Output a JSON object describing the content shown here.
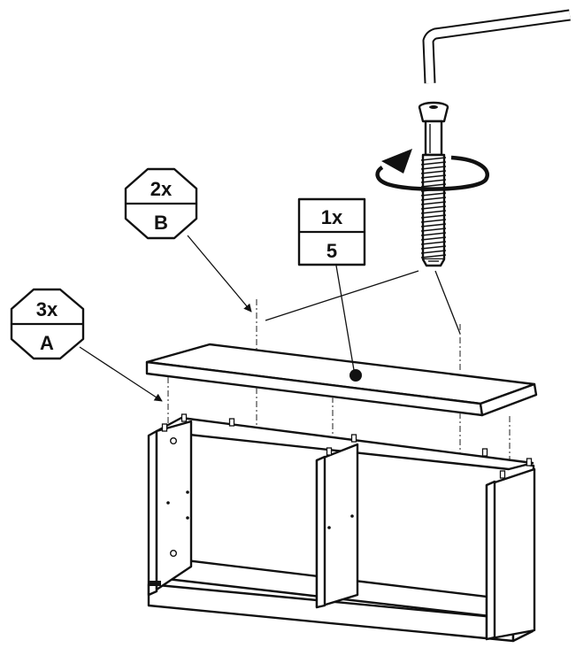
{
  "labels": {
    "part_b": {
      "qty": "2x",
      "id": "B"
    },
    "part_5": {
      "qty": "1x",
      "id": "5"
    },
    "part_a": {
      "qty": "3x",
      "id": "A"
    }
  },
  "colors": {
    "ink": "#111111",
    "paper": "#ffffff"
  }
}
